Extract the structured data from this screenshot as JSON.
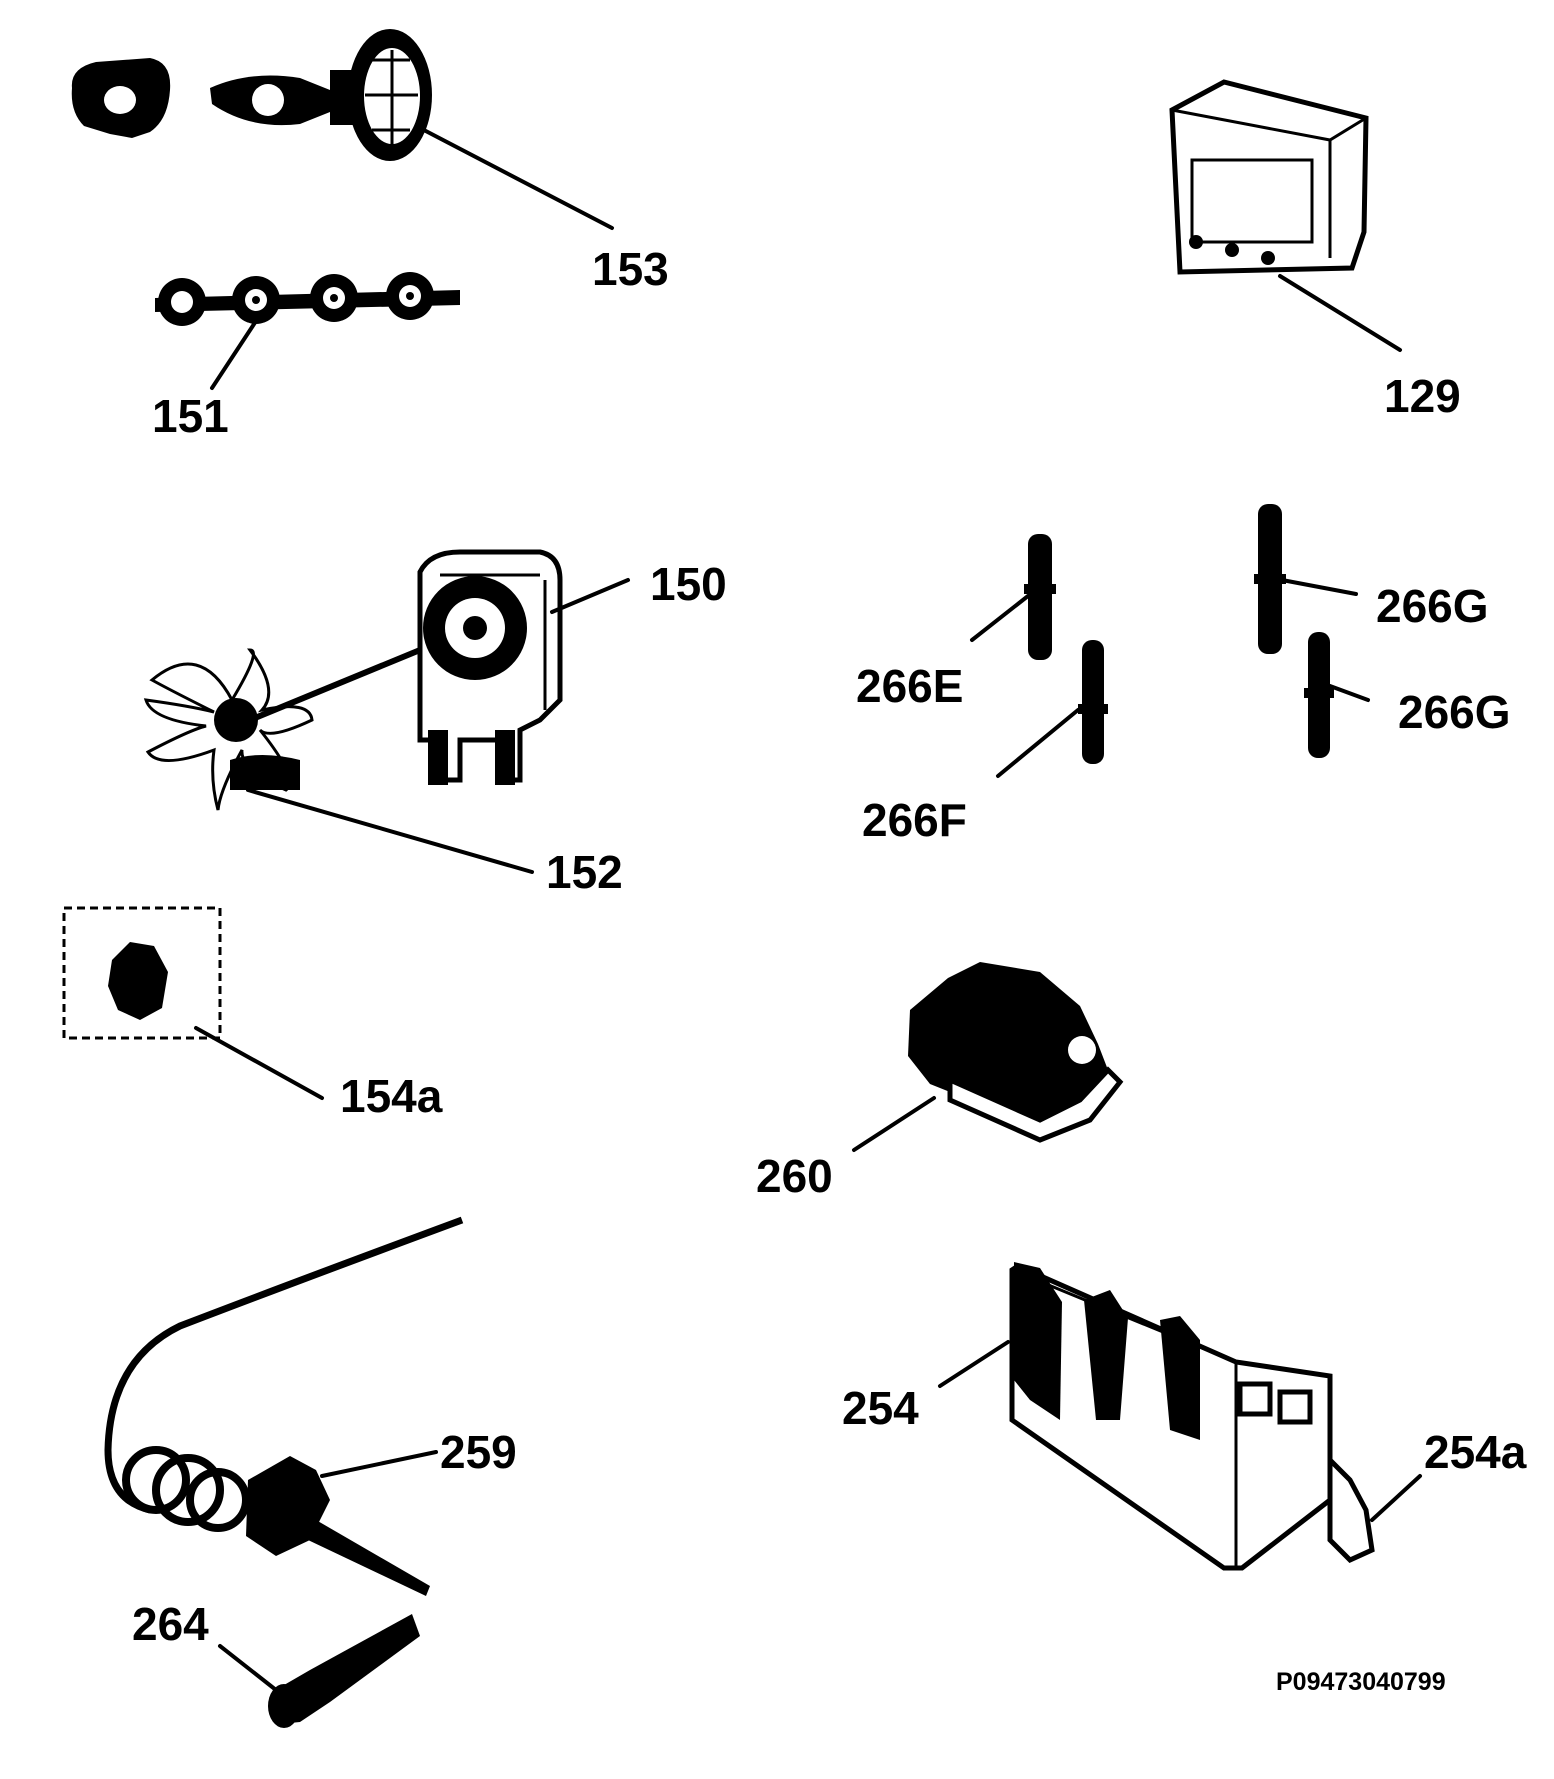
{
  "colors": {
    "ink": "#000000",
    "background": "#ffffff"
  },
  "labels": {
    "p153": "153",
    "p151": "151",
    "p129": "129",
    "p150": "150",
    "p152": "152",
    "p266E": "266E",
    "p266F": "266F",
    "p266G_top": "266G",
    "p266G_bottom": "266G",
    "p154a": "154a",
    "p260": "260",
    "p254": "254",
    "p254a": "254a",
    "p259": "259",
    "p264": "264"
  },
  "document_code": "P09473040799"
}
